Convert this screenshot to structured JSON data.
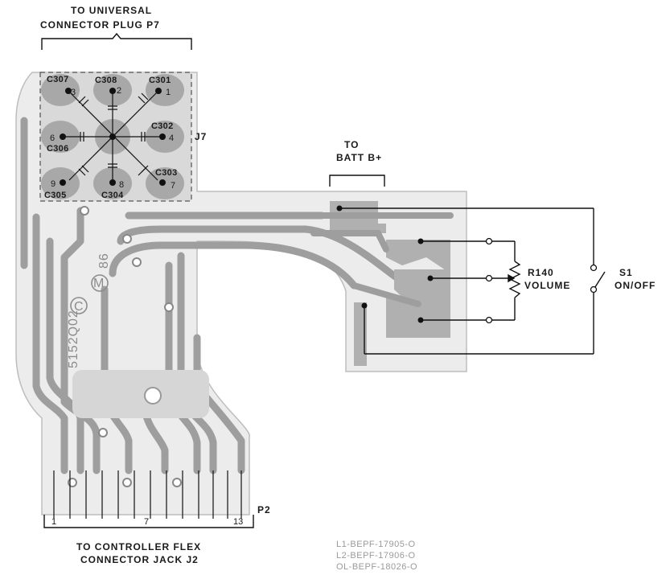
{
  "labels": {
    "top_connector": [
      "TO UNIVERSAL",
      "CONNECTOR PLUG P7"
    ],
    "jack": "J7",
    "batt": [
      "TO",
      "BATT B+"
    ],
    "resistor": [
      "R140",
      "VOLUME"
    ],
    "switch": [
      "S1",
      "ON/OFF"
    ],
    "bottom_connector": [
      "TO CONTROLLER FLEX",
      "CONNECTOR JACK J2"
    ],
    "bottom_plug": "P2",
    "pin_numbers": [
      "1",
      "7",
      "13"
    ],
    "board_number": "5152Q02",
    "copyright": "C",
    "year": "86",
    "logo": "M"
  },
  "capacitors": [
    {
      "name": "C307",
      "pin": "3"
    },
    {
      "name": "C308",
      "pin": "2"
    },
    {
      "name": "C301",
      "pin": "1"
    },
    {
      "name": "C306",
      "pin": "6"
    },
    {
      "name": "C302",
      "pin": "4"
    },
    {
      "name": "C305",
      "pin": "9"
    },
    {
      "name": "C304",
      "pin": "8"
    },
    {
      "name": "C303",
      "pin": "7"
    }
  ],
  "part_numbers": [
    "L1-BEPF-17905-O",
    "L2-BEPF-17906-O",
    "OL-BEPF-18026-O"
  ]
}
